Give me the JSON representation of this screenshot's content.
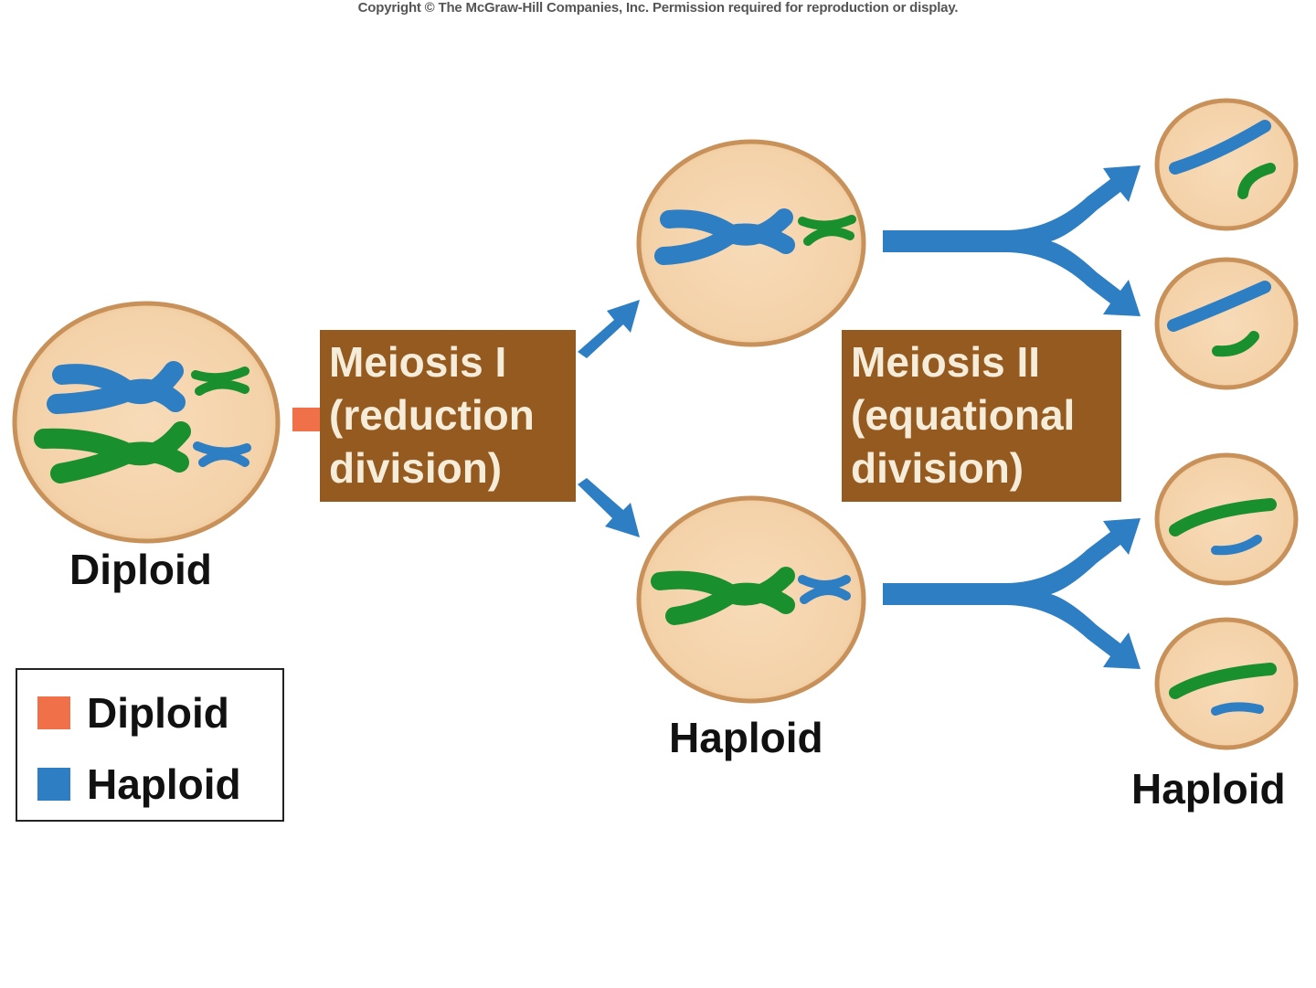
{
  "copyright": "Copyright © The McGraw-Hill Companies, Inc. Permission required for reproduction or display.",
  "colors": {
    "diploid": "#f0704a",
    "haploid": "#2e7ec3",
    "chromosome_green": "#1a8f2e",
    "chromosome_blue": "#2e7ec3",
    "cell_fill": "#f7dbb8",
    "cell_border": "#c8915a",
    "box_fill": "#955a1f",
    "box_text": "#f5ecd9"
  },
  "stages": {
    "meiosis1": {
      "line1": "Meiosis I",
      "line2": "(reduction",
      "line3": "division)"
    },
    "meiosis2": {
      "line1": "Meiosis II",
      "line2": "(equational",
      "line3": "division)"
    }
  },
  "labels": {
    "parent": "Diploid",
    "middle": "Haploid",
    "right": "Haploid"
  },
  "legend": {
    "items": [
      {
        "label": "Diploid",
        "color": "#f0704a"
      },
      {
        "label": "Haploid",
        "color": "#2e7ec3"
      }
    ]
  }
}
